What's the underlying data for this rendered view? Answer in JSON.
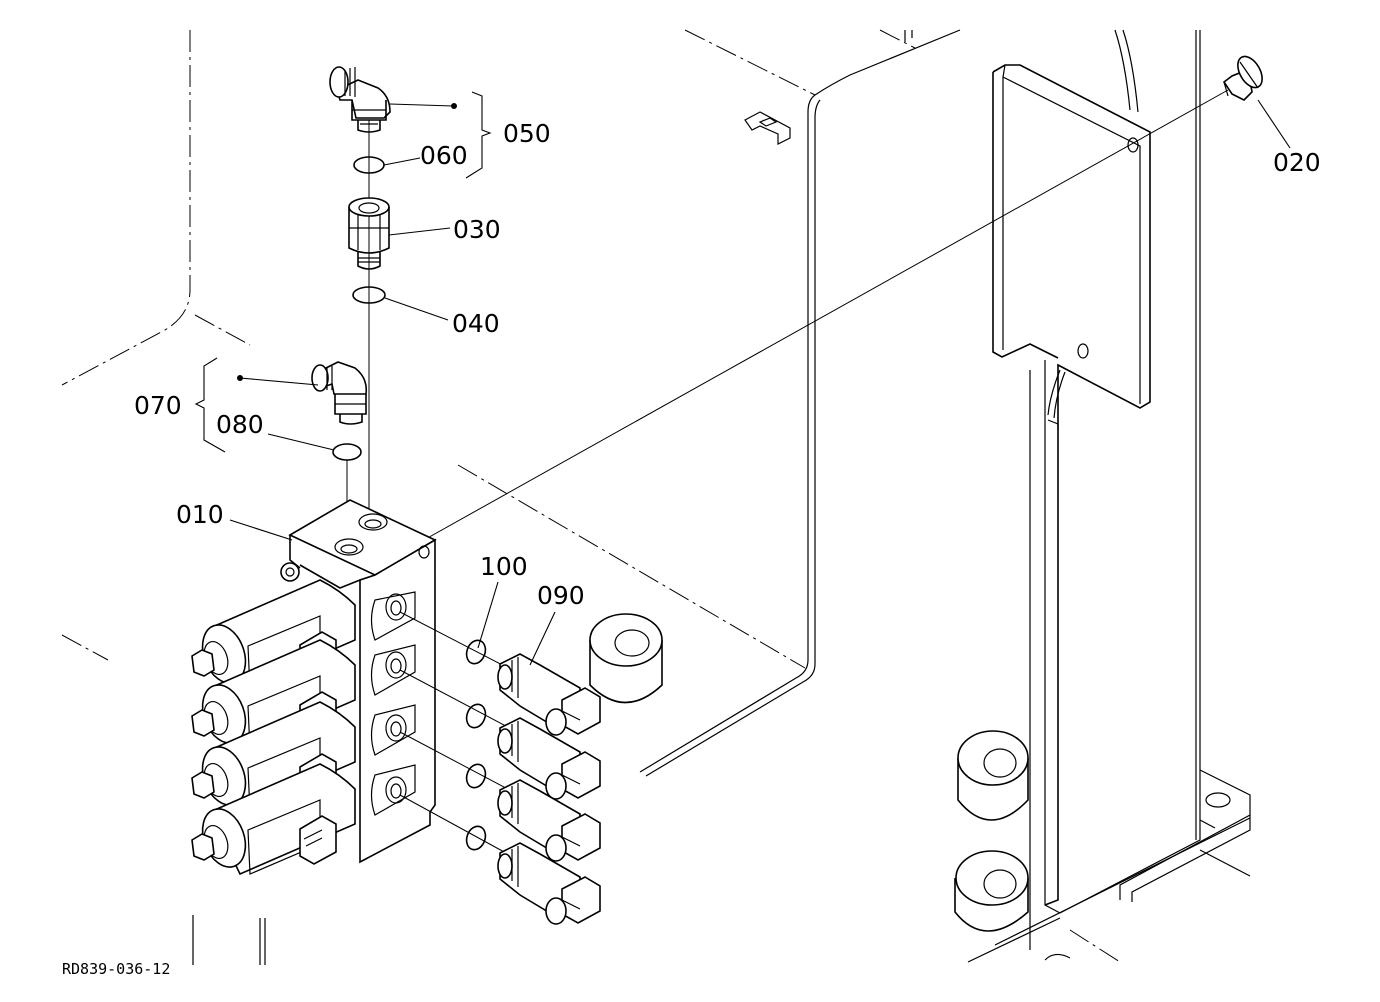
{
  "callouts": {
    "c010": "010",
    "c020": "020",
    "c030": "030",
    "c040": "040",
    "c050": "050",
    "c060": "060",
    "c070": "070",
    "c080": "080",
    "c090": "090",
    "c100": "100"
  },
  "reference_code": "RD839-036-12"
}
